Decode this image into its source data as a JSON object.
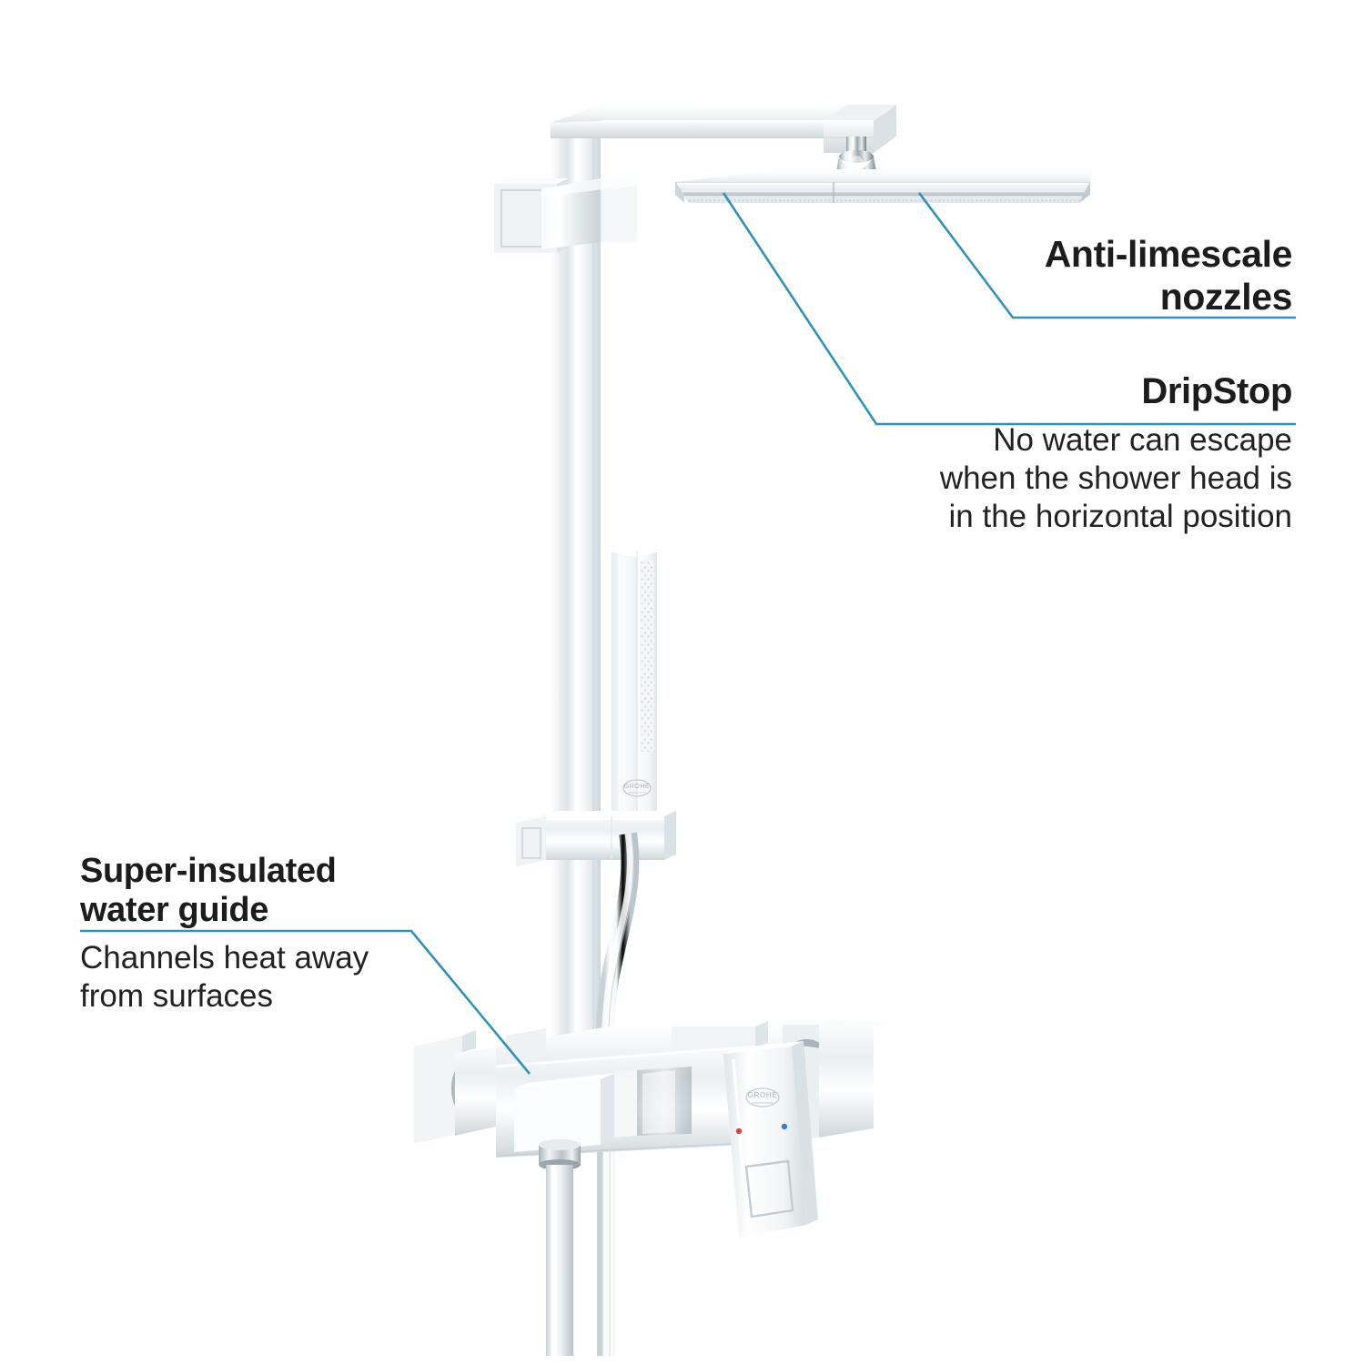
{
  "background_color": "#ffffff",
  "accent_color": "#2f93b8",
  "text_color": "#1c1c1c",
  "chrome_color": "#d8dde0",
  "callouts": [
    {
      "id": "anti-limescale",
      "title": "Anti-limescale\nnozzles",
      "body": "",
      "align": "right"
    },
    {
      "id": "dripstop",
      "title": "DripStop",
      "body": "No water can escape\nwhen the shower head is\nin the horizontal position",
      "align": "right"
    },
    {
      "id": "water-guide",
      "title": "Super-insulated\nwater guide",
      "body": "Channels heat away\nfrom surfaces",
      "align": "left"
    }
  ],
  "product": {
    "name": "shower-system",
    "brand_mark": "GROHE",
    "parts": [
      "shower-arm",
      "ball-joint",
      "rain-shower-head",
      "riser-pipe",
      "upper-wall-bracket",
      "lower-wall-bracket",
      "hand-shower",
      "shower-hose",
      "single-lever-mixer-valve",
      "mixer-lever-handle",
      "wall-escutcheon",
      "outlet-connector"
    ]
  }
}
